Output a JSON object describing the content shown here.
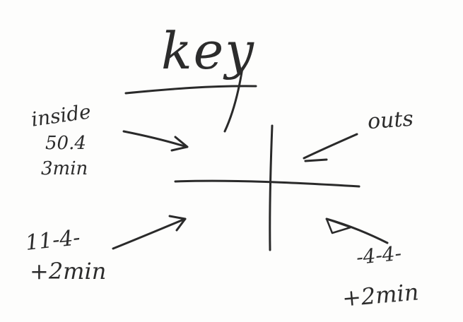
{
  "title": "key",
  "labels": {
    "top_left": [
      "inside",
      "50.4",
      "3min"
    ],
    "top_right": "outs",
    "bottom_left": [
      "11-4-",
      "+2min"
    ],
    "bottom_right": [
      "-4-4-",
      "+2min"
    ]
  }
}
